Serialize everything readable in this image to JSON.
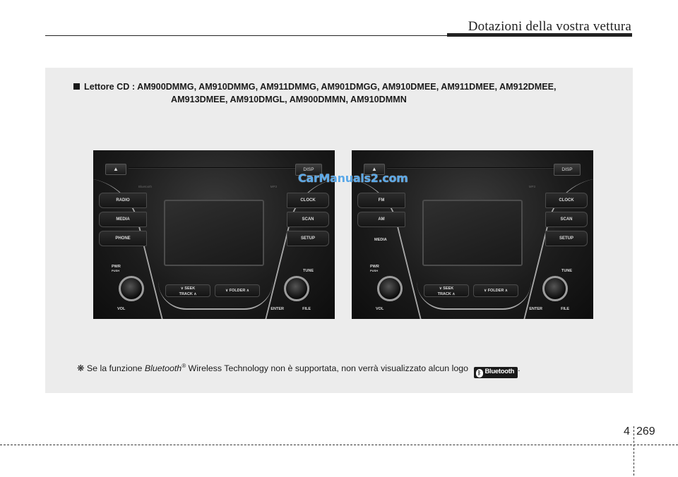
{
  "header": {
    "title": "Dotazioni della vostra vettura"
  },
  "section": {
    "bullet": "■",
    "line1": "Lettore CD : AM900DMMG, AM910DMMG, AM911DMMG, AM901DMGG, AM910DMEE, AM911DMEE, AM912DMEE,",
    "line2": "AM913DMEE, AM910DMGL, AM900DMMN, AM910DMMN"
  },
  "radios": {
    "left": {
      "eject": "▲",
      "disp": "DISP",
      "bt_tag": "Bluetooth",
      "mp3_tag": "MP3",
      "left_buttons": [
        "RADIO",
        "MEDIA",
        "PHONE"
      ],
      "right_buttons": [
        "CLOCK",
        "SCAN",
        "SETUP"
      ],
      "pwr": "PWR",
      "push": "PUSH",
      "vol": "VOL",
      "seek": "SEEK",
      "track": "TRACK",
      "folder": "FOLDER",
      "tune": "TUNE",
      "enter": "ENTER",
      "file": "FILE"
    },
    "right": {
      "eject": "▲",
      "disp": "DISP",
      "mp3_tag": "MP3",
      "left_buttons": [
        "FM",
        "AM"
      ],
      "media_label": "MEDIA",
      "right_buttons": [
        "CLOCK",
        "SCAN",
        "SETUP"
      ],
      "pwr": "PWR",
      "push": "PUSH",
      "vol": "VOL",
      "seek": "SEEK",
      "track": "TRACK",
      "folder": "FOLDER",
      "tune": "TUNE",
      "enter": "ENTER",
      "file": "FILE"
    }
  },
  "watermark": "CarManuals2.com",
  "note": {
    "symbol": "❋",
    "prefix": "Se la funzione",
    "brand": "Bluetooth",
    "reg": "®",
    "suffix": "Wireless Technology non è supportata, non verrà visualizzato alcun logo",
    "logo_text": "Bluetooth",
    "end": "."
  },
  "footer": {
    "chapter": "4",
    "page": "269"
  }
}
